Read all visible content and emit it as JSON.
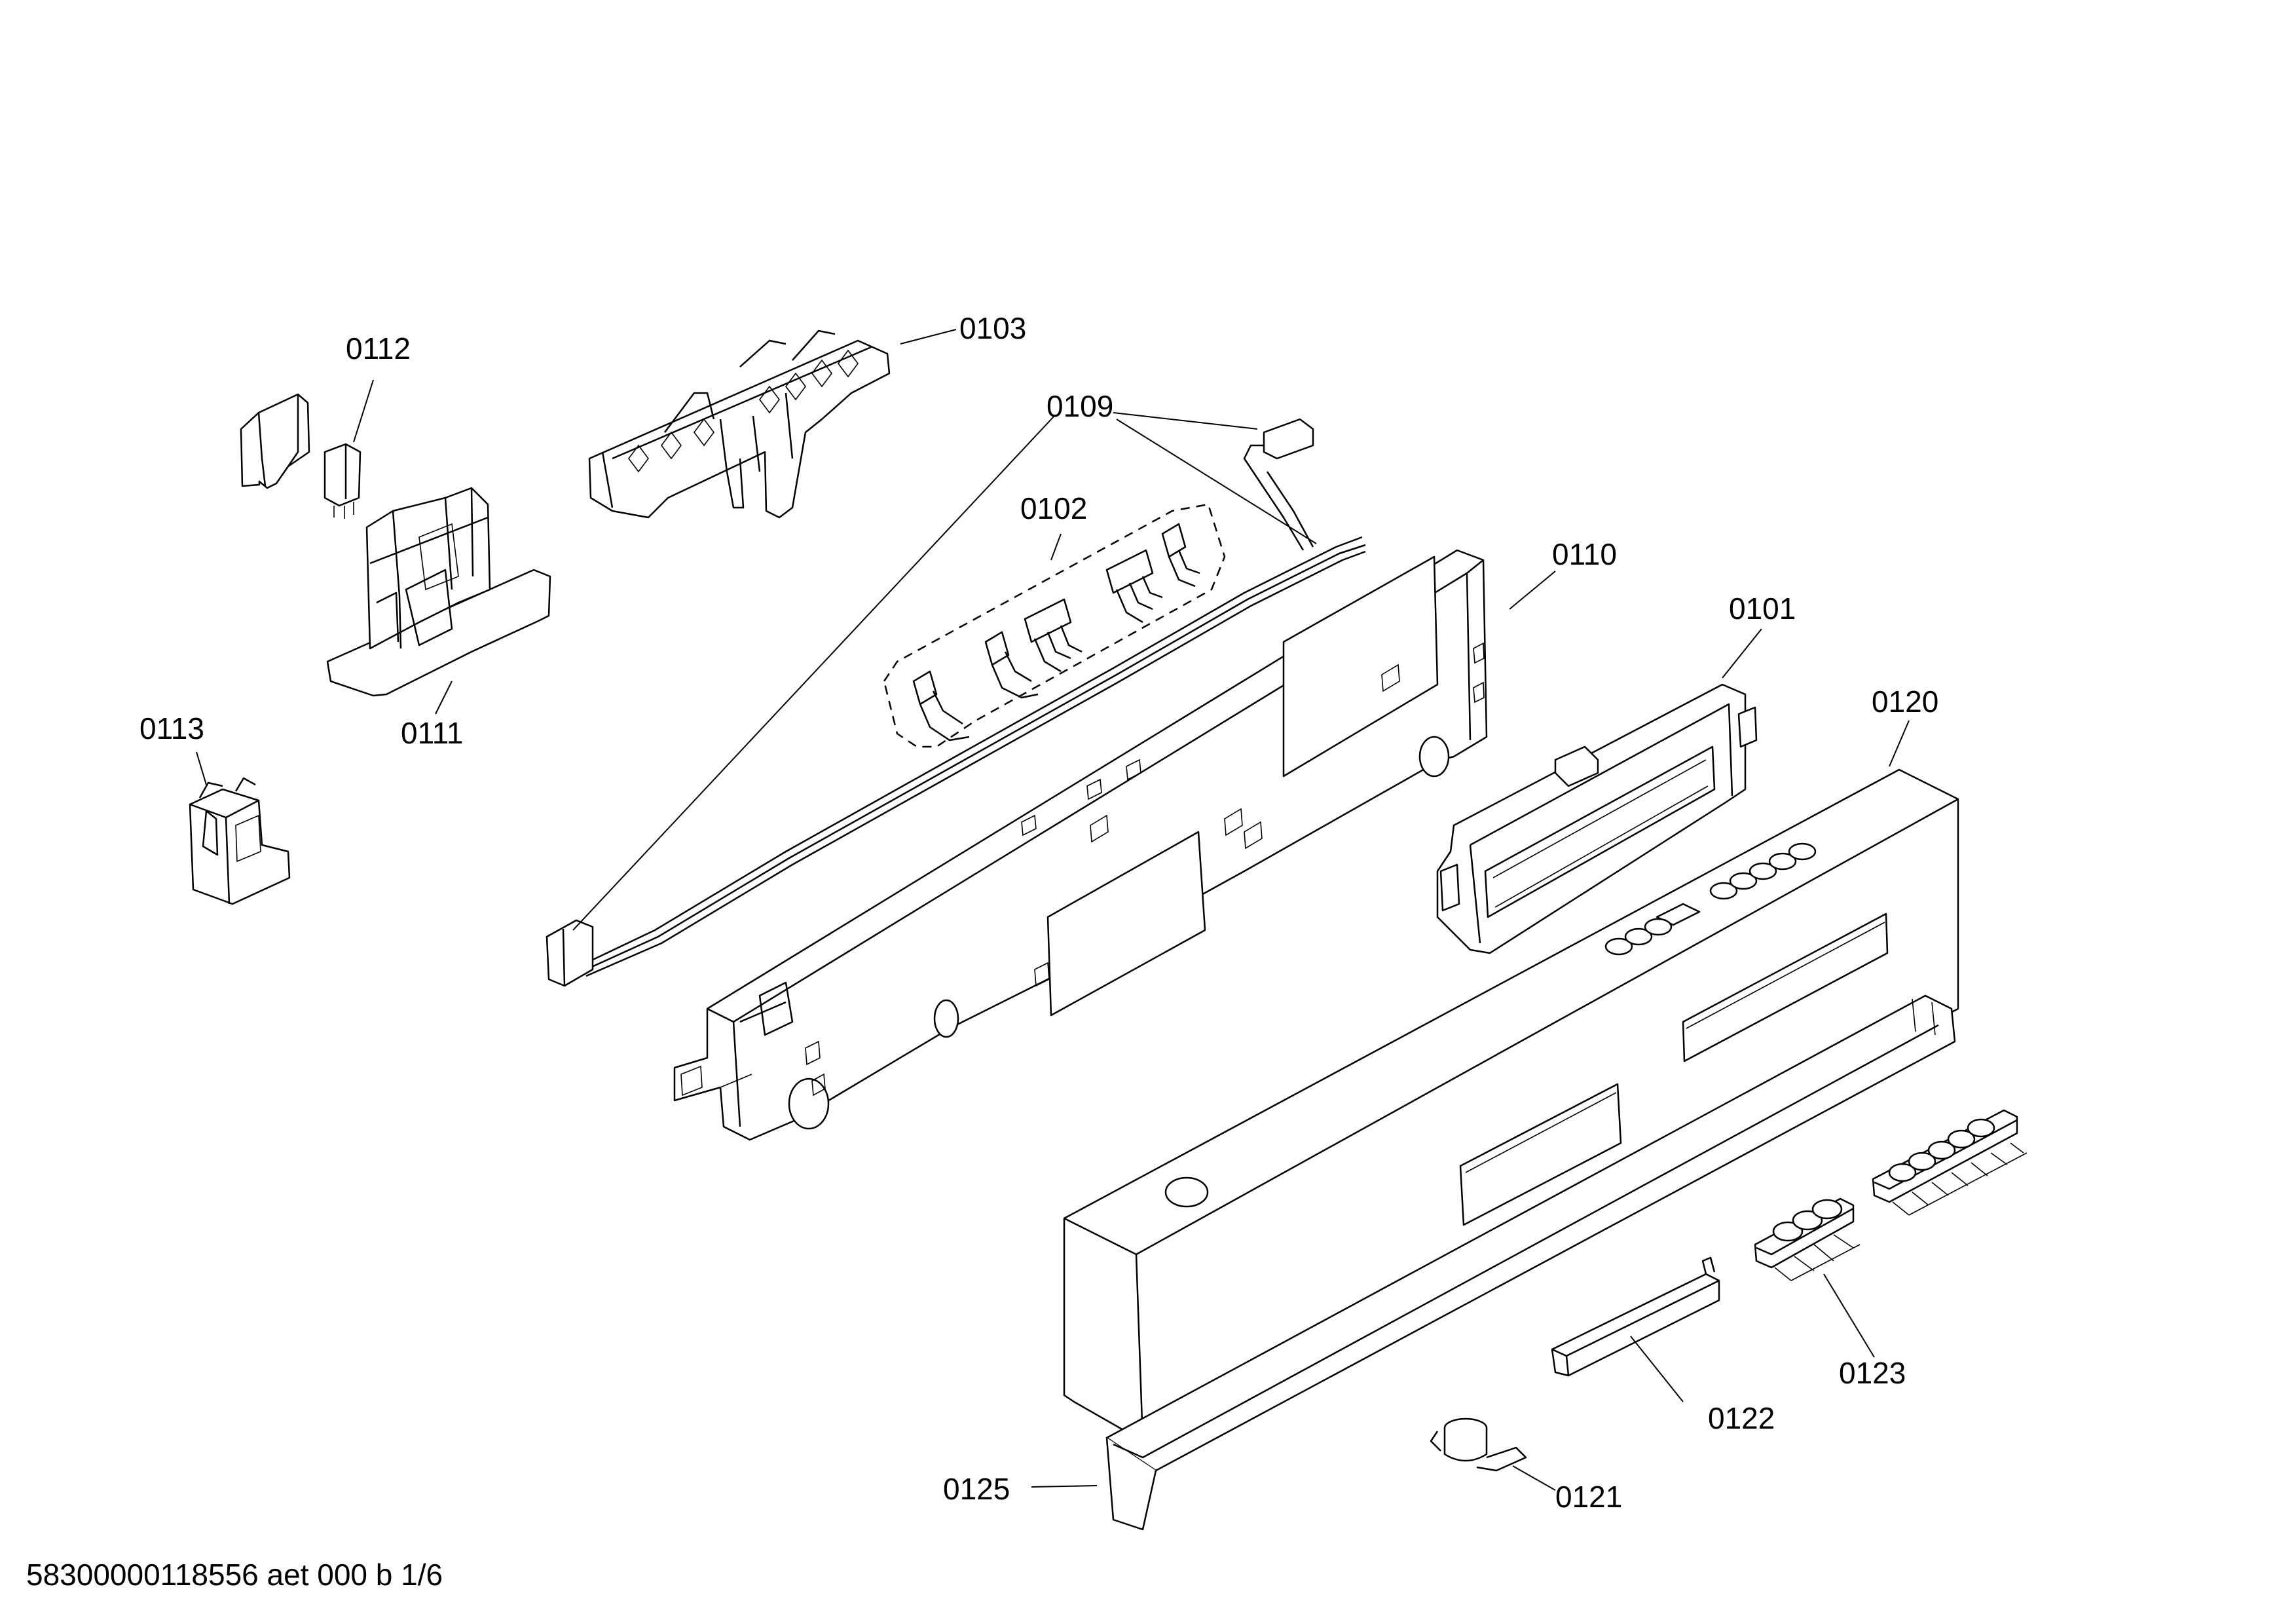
{
  "drawing": {
    "title": "",
    "footer_code": "58300000118556 aet 000 b 1/6",
    "callouts": [
      "0112",
      "0103",
      "0109",
      "0102",
      "0110",
      "0101",
      "0113",
      "0111",
      "0120",
      "0123",
      "0122",
      "0125",
      "0121"
    ]
  }
}
